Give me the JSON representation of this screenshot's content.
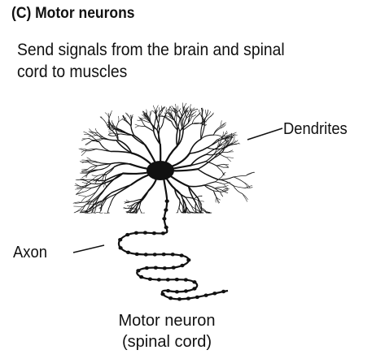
{
  "figure": {
    "title": "(C) Motor neurons",
    "description_lines": [
      "Send signals from the brain and spinal",
      "cord to muscles"
    ],
    "labels": {
      "dendrites": "Dendrites",
      "axon": "Axon"
    },
    "caption_lines": [
      "Motor neuron",
      "(spinal cord)"
    ]
  },
  "colors": {
    "ink": "#111111",
    "background": "#ffffff"
  }
}
